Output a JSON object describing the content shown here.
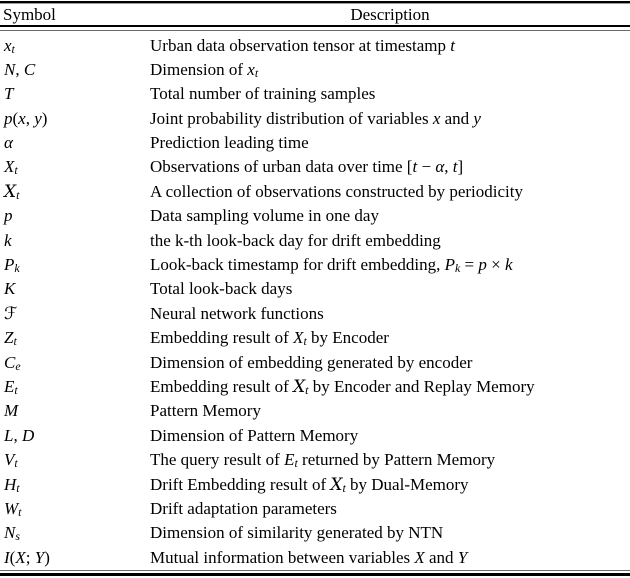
{
  "page": {
    "background": "#ffffff",
    "text_color": "#000000",
    "rule_dark_color": "#000000",
    "rule_light_color": "#6b6b6b"
  },
  "table": {
    "columns": [
      {
        "label": "Symbol"
      },
      {
        "label": "Description"
      }
    ],
    "rows": [
      {
        "symbol": "<i>x<sub>t</sub></i>",
        "description": "Urban data observation tensor at timestamp <i>t</i>"
      },
      {
        "symbol": "<i>N</i>, <i>C</i>",
        "description": "Dimension of <i>x<sub>t</sub></i>"
      },
      {
        "symbol": "<i>T</i>",
        "description": "Total number of training samples"
      },
      {
        "symbol": "<i>p</i>(<i>x</i>, <i>y</i>)",
        "description": "Joint probability distribution of variables <i>x</i> and <i>y</i>"
      },
      {
        "symbol": "<i>&#945;</i>",
        "description": "Prediction leading time"
      },
      {
        "symbol": "<i>X<sub>t</sub></i>",
        "description": "Observations of urban data over time [<i>t</i> &#8722; <i>&#945;</i>, <i>t</i>]"
      },
      {
        "symbol": "<span class='cal'>X</span><sub><i>t</i></sub>",
        "description": "A collection of observations constructed by periodicity"
      },
      {
        "symbol": "<i>p</i>",
        "description": "Data sampling volume in one day"
      },
      {
        "symbol": "<i>k</i>",
        "description": "the k-th look-back day for drift embedding"
      },
      {
        "symbol": "<i>P<sub>k</sub></i>",
        "description": "Look-back timestamp for drift embedding, <i>P<sub>k</sub></i> = <i>p</i> &#215; <i>k</i>"
      },
      {
        "symbol": "<i>K</i>",
        "description": "Total look-back days"
      },
      {
        "symbol": "<span class='scrF'>&#8497;</span>",
        "description": "Neural network functions"
      },
      {
        "symbol": "<i>Z<sub>t</sub></i>",
        "description": "Embedding result of <i>X<sub>t</sub></i> by Encoder"
      },
      {
        "symbol": "<i>C<sub>e</sub></i>",
        "description": "Dimension of embedding generated by encoder"
      },
      {
        "symbol": "<i>E<sub>t</sub></i>",
        "description": "Embedding result of <span class='cal'>X</span><sub><i>t</i></sub> by Encoder and Replay Memory"
      },
      {
        "symbol": "<i>M</i>",
        "description": "Pattern Memory"
      },
      {
        "symbol": "<i>L</i>, <i>D</i>",
        "description": "Dimension of Pattern Memory"
      },
      {
        "symbol": "<i>V<sub>t</sub></i>",
        "description": "The query result of <i>E<sub>t</sub></i> returned by Pattern Memory"
      },
      {
        "symbol": "<i>H<sub>t</sub></i>",
        "description": "Drift Embedding result of <span class='cal'>X</span><sub><i>t</i></sub> by Dual-Memory"
      },
      {
        "symbol": "<i>W<sub>t</sub></i>",
        "description": "Drift adaptation parameters"
      },
      {
        "symbol": "<i>N<sub>s</sub></i>",
        "description": "Dimension of similarity generated by NTN"
      },
      {
        "symbol": "<i>I</i>(<i>X</i>; <i>Y</i>)",
        "description": "Mutual information between variables <i>X</i> and <i>Y</i>"
      }
    ]
  }
}
